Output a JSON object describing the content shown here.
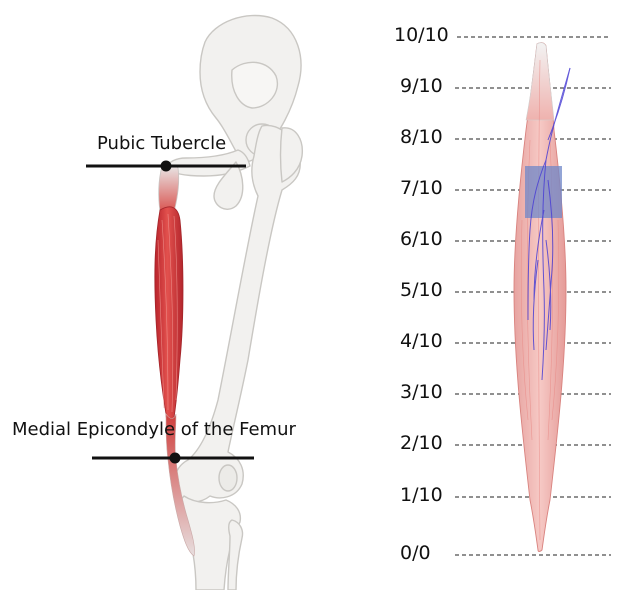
{
  "landmarks": {
    "upper": "Pubic Tubercle",
    "lower": "Medial Epicondyle of the Femur"
  },
  "scale": {
    "labels": [
      "10/10",
      "9/10",
      "8/10",
      "7/10",
      "6/10",
      "5/10",
      "4/10",
      "3/10",
      "2/10",
      "1/10",
      "0/0"
    ],
    "highlighted_range": [
      "6/10",
      "7/10"
    ]
  },
  "colors": {
    "muscle": "#d6413f",
    "bone_fill": "#f2f1ef",
    "bone_outline": "#c9c7c3",
    "highlight": "#6f87c8",
    "nerve": "#4a3fd4",
    "marker": "#111111",
    "guide_line": "#222222"
  }
}
